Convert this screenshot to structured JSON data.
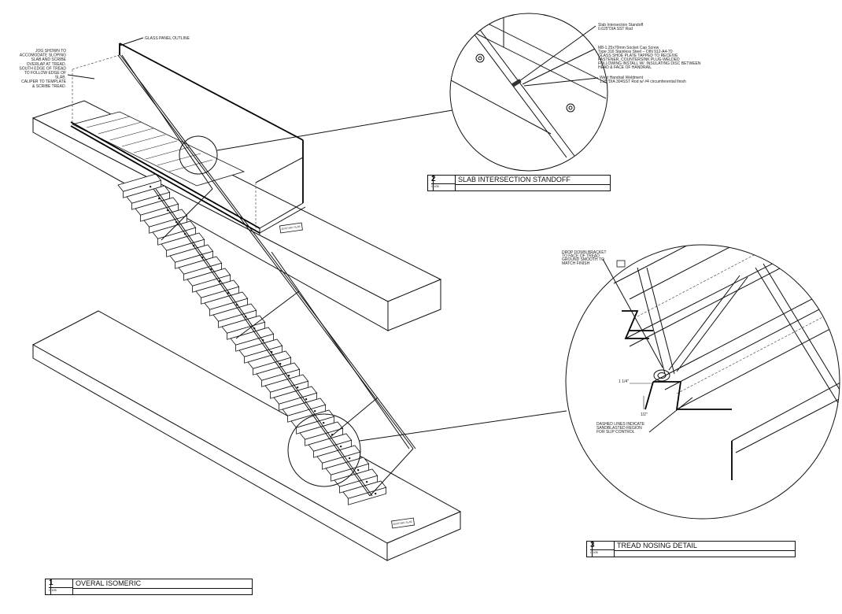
{
  "notes": {
    "jog_note": [
      "JOG SHOWN TO",
      "ACCOMODATE SLOPING",
      "SLAB AND SCRIBE",
      "OVERLAP AT TREAD.",
      "SOUTH EDGE OF TREAD",
      "TO FOLLOW EDGE OF",
      "SLAB.",
      "CALIPER TO TEMPLATE",
      "& SCRIBE TREAD."
    ],
    "glass_panel": "GLASS PANEL OUTLINE",
    "standoff_rod": [
      "Slab Intersection Standoff",
      "0.625\"DIA SST Rod"
    ],
    "cap_screw": [
      "M8-1.25x70mm Socket Cap Screw",
      "Type 316 Stainless Steel -- DIN 912-A4-70",
      "GLASS SHOE PLATE TAPPED TO RECEIVE",
      "FASTENER, COUNTERSINK PLUG-WELDED",
      "FOLLOWING INSTALL W/. INSULATING DISC BETWEEN",
      "HEAD & FACE OF HANDRAIL"
    ],
    "handrail": [
      "West Handrail Weldment",
      "1.25\"DIA 304SST Rod w/ #4 circumferential finish"
    ],
    "bracket": [
      "DROP DOWN BRACKET",
      "TO FACE OF TREAD",
      "GROUND SMOOTH TO",
      "MATCH FINISH"
    ],
    "dashed": [
      "DASHED LINES INDICATE",
      "SANDBLASTED REGION",
      "FOR SLIP CONTROL"
    ],
    "dim_a": "1 1/4\"",
    "dim_b": "1/2\"",
    "tag_upper": "EXISTING SLAB",
    "tag_lower": "EXISTING SLAB"
  },
  "titles": {
    "t1": {
      "number": "1",
      "sheet": "G105",
      "label": "OVERAL ISOMERIC"
    },
    "t2": {
      "number": "2",
      "sheet": "G105",
      "label": "SLAB INTERSECTION STANDOFF"
    },
    "t3": {
      "number": "3",
      "sheet": "G105",
      "label": "TREAD NOSING DETAIL"
    }
  }
}
